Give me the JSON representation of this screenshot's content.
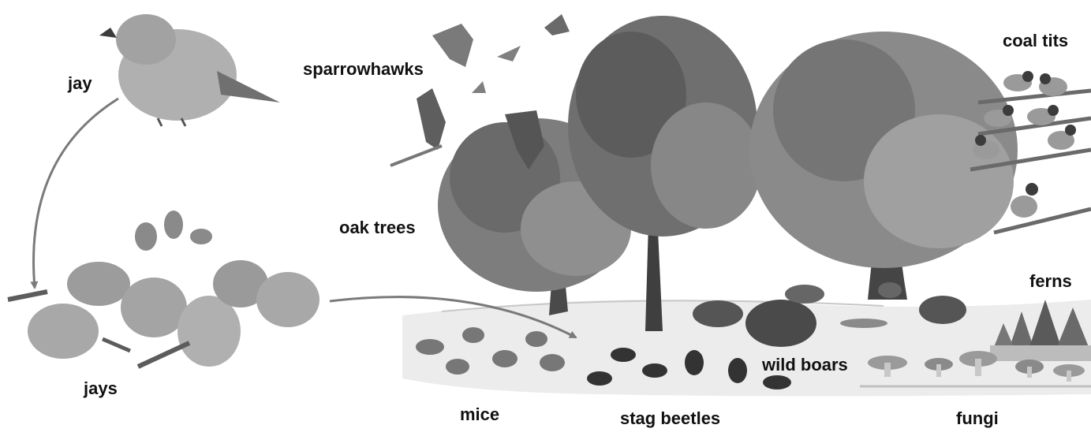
{
  "labels": {
    "jay": "jay",
    "jays": "jays",
    "sparrowhawks": "sparrowhawks",
    "oak_trees": "oak trees",
    "coal_tits": "coal tits",
    "ferns": "ferns",
    "wild_boars": "wild boars",
    "mice": "mice",
    "stag_beetles": "stag beetles",
    "fungi": "fungi"
  },
  "colors": {
    "arrow": "#7a7a7a",
    "foliage_dark": "#5f5f5f",
    "foliage_mid": "#8c8c8c",
    "foliage_light": "#b9b9b9",
    "trunk": "#4a4a4a",
    "ground": "#e6e6e6",
    "bird_body": "#9a9a9a",
    "bird_dark": "#3c3c3c"
  }
}
